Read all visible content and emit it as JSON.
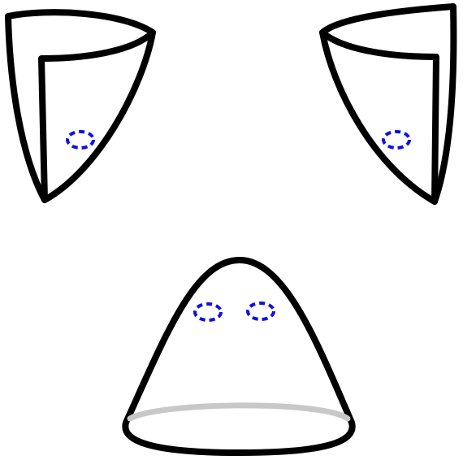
{
  "figure": {
    "shapes": [
      {
        "kind": "cone-shell",
        "orientation": "opening-up-right",
        "markers": 1
      },
      {
        "kind": "cone-shell",
        "orientation": "opening-up-left",
        "markers": 1
      },
      {
        "kind": "bell-dome",
        "orientation": "upright",
        "markers": 2
      }
    ],
    "colors": {
      "outline": "#000000",
      "marker": "#1010e0",
      "hidden_edge": "#c8c8c8",
      "background": "#ffffff"
    },
    "marker_style": "dashed-ellipse"
  }
}
